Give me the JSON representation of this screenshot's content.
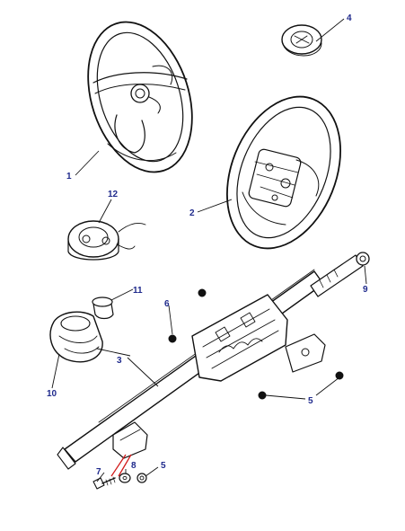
{
  "callouts": [
    {
      "id": "p1",
      "label": "1"
    },
    {
      "id": "p2",
      "label": "2"
    },
    {
      "id": "p3",
      "label": "3"
    },
    {
      "id": "p4",
      "label": "4"
    },
    {
      "id": "p5a",
      "label": "5"
    },
    {
      "id": "p5b",
      "label": "5"
    },
    {
      "id": "p6",
      "label": "6"
    },
    {
      "id": "p7",
      "label": "7"
    },
    {
      "id": "p8",
      "label": "8"
    },
    {
      "id": "p9",
      "label": "9"
    },
    {
      "id": "p10",
      "label": "10"
    },
    {
      "id": "p11",
      "label": "11"
    },
    {
      "id": "p12",
      "label": "12"
    }
  ],
  "colors": {
    "callout_text": "#1f2a8c",
    "line_art": "#111111",
    "highlight": "#d11a1a",
    "background": "#ffffff"
  }
}
